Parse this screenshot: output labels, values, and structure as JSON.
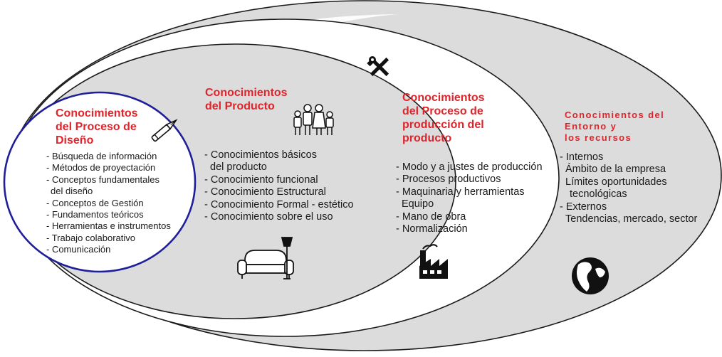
{
  "colors": {
    "title": "#e0242b",
    "outer_fill": "#dcdcdc",
    "outline": "#1f1f9a",
    "text": "#1a1a1a"
  },
  "sections": {
    "diseno": {
      "title_lines": [
        "Conocimientos",
        "del Proceso de",
        "Diseño"
      ],
      "items": [
        "- Búsqueda de información",
        "- Métodos de proyectación",
        "- Conceptos fundamentales",
        "  del diseño",
        "- Conceptos de Gestión",
        "- Fundamentos teóricos",
        "- Herramientas e instrumentos",
        "- Trabajo colaborativo",
        "- Comunicación"
      ],
      "icon": "fountain-pen-icon"
    },
    "producto": {
      "title_lines": [
        "Conocimientos",
        "del Producto"
      ],
      "items": [
        "- Conocimientos básicos",
        "  del producto",
        "- Conocimiento funcional",
        "- Conocimiento Estructural",
        "- Conocimiento Formal - estético",
        "- Conocimiento sobre el uso"
      ],
      "icons": [
        "family-icon",
        "sofa-lamp-icon"
      ]
    },
    "produccion": {
      "title_lines": [
        "Conocimientos",
        "del Proceso de",
        "producción del",
        "producto"
      ],
      "items": [
        "- Modo y a justes de producción",
        "- Procesos productivos",
        "- Maquinaria y herramientas",
        "  Equipo",
        "- Mano de obra",
        "- Normalización"
      ],
      "icons": [
        "tools-icon",
        "factory-icon"
      ]
    },
    "entorno": {
      "title_lines": [
        "Conocimientos del",
        "Entorno y",
        "los recursos"
      ],
      "items": [
        "- Internos",
        "  Ámbito de la empresa",
        "  Límites oportunidades",
        "   tecnológicas",
        "- Externos",
        "  Tendencias, mercado, sector"
      ],
      "icon": "globe-icon"
    }
  }
}
